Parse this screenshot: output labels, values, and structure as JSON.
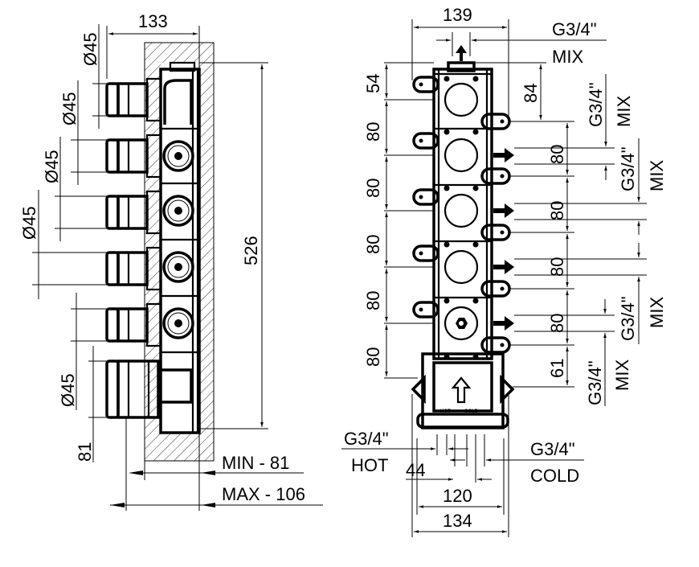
{
  "drawing": {
    "side_view": {
      "width_top": "133",
      "height_total": "526",
      "outlet_diameters": [
        "Ø45",
        "Ø45",
        "Ø45",
        "Ø45",
        "Ø45"
      ],
      "bottom_offset": "81",
      "wall_depth_min": "MIN - 81",
      "wall_depth_max": "MAX - 106"
    },
    "front_view": {
      "width_top": "139",
      "top_outlet": {
        "thread": "G3/4\"",
        "label": "MIX"
      },
      "left_spacings": [
        "54",
        "80",
        "80",
        "80",
        "80",
        "80"
      ],
      "right_top_offset": "84",
      "right_spacings": [
        "80",
        "80",
        "80",
        "80"
      ],
      "right_bottom_offset": "61",
      "side_outlets": [
        {
          "thread": "G3/4\"",
          "label": "MIX"
        },
        {
          "thread": "G3/4\"",
          "label": "MIX"
        },
        {
          "thread": "G3/4\"",
          "label": "MIX"
        },
        {
          "thread": "G3/4\"",
          "label": "MIX"
        }
      ],
      "hot_inlet": {
        "thread": "G3/4\"",
        "label": "HOT"
      },
      "cold_inlet": {
        "thread": "G3/4\"",
        "label": "COLD"
      },
      "inlet_spacing": "44",
      "inner_width": "120",
      "outer_width": "134",
      "box_labels": {
        "hot": "HOT",
        "cold": "COLD"
      }
    }
  }
}
